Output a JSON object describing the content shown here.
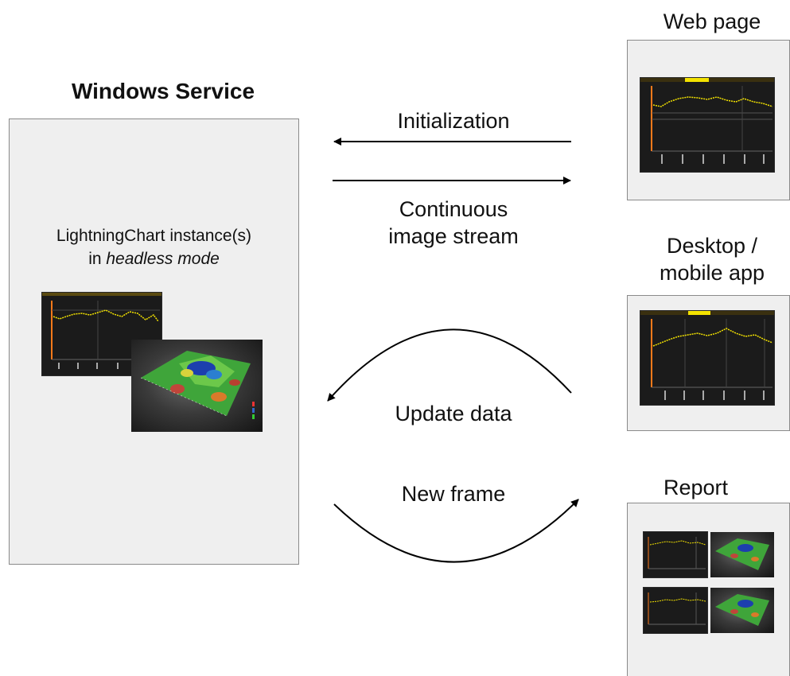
{
  "service": {
    "title": "Windows Service",
    "instance_line1": "LightningChart instance(s)",
    "instance_line2_prefix": "in ",
    "instance_line2_italic": "headless mode"
  },
  "arrows": {
    "initialization": "Initialization",
    "stream_line1": "Continuous",
    "stream_line2": "image stream",
    "update_data": "Update data",
    "new_frame": "New frame"
  },
  "clients": {
    "web_page": "Web page",
    "desktop_line1": "Desktop /",
    "desktop_line2": "mobile app",
    "report": "Report"
  },
  "colors": {
    "panel_bg": "#efefef",
    "panel_border": "#8a8a8a",
    "chart_bg": "#1b1b1b",
    "series": "#f4e300",
    "axis": "#ff7a1a",
    "arrow": "#000000"
  },
  "icons": [
    "line-chart-thumbnail",
    "3d-surface-thumbnail",
    "arrow-left",
    "arrow-right",
    "curved-arrow-left",
    "curved-arrow-right"
  ]
}
